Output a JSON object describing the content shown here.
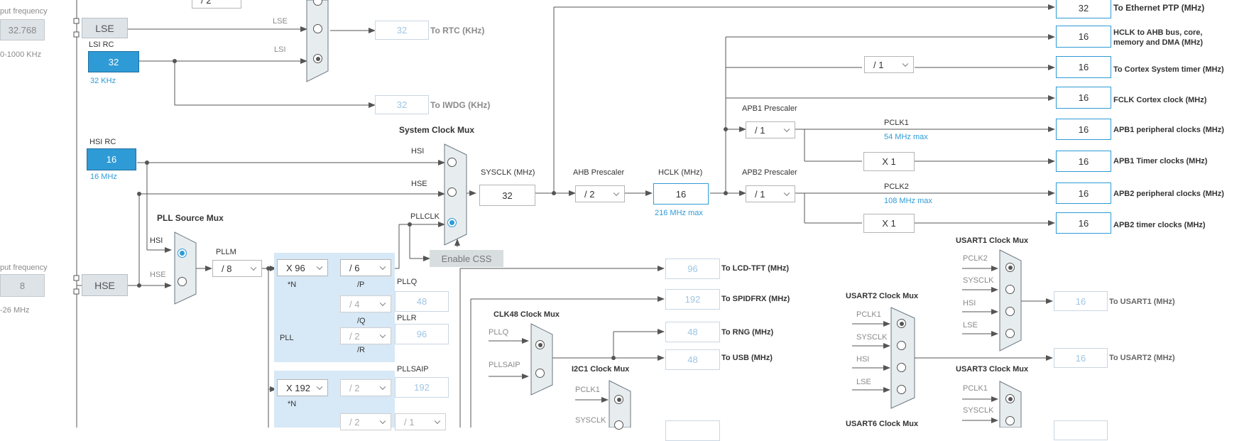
{
  "inputs": {
    "lse": {
      "section_label": "put frequency",
      "value": "32.768",
      "range": "0-1000 KHz",
      "source_label": "LSE"
    },
    "hse": {
      "section_label": "put frequency",
      "value": "8",
      "range": "-26 MHz",
      "source_label": "HSE"
    },
    "lsi_rc": {
      "title": "LSI RC",
      "value": "32",
      "freq": "32 KHz"
    },
    "hsi_rc": {
      "title": "HSI RC",
      "value": "16",
      "freq": "16 MHz"
    }
  },
  "top_partial_select": "/ 2",
  "rtc": {
    "value": "32",
    "label": "To RTC (KHz)",
    "lse_label": "LSE",
    "lsi_label": "LSI"
  },
  "iwdg": {
    "value": "32",
    "label": "To IWDG (KHz)"
  },
  "system_clock_mux": {
    "title": "System Clock Mux",
    "hsi": "HSI",
    "hse": "HSE",
    "pllclk": "PLLCLK",
    "enable_css": "Enable CSS"
  },
  "sysclk": {
    "label": "SYSCLK (MHz)",
    "value": "32"
  },
  "ahb": {
    "label": "AHB Prescaler",
    "value": "/ 2"
  },
  "hclk": {
    "label": "HCLK (MHz)",
    "value": "16",
    "max": "216 MHz max"
  },
  "apb1": {
    "label": "APB1 Prescaler",
    "value": "/ 1",
    "pclk": "PCLK1",
    "max": "54 MHz max",
    "timer_mult": "X 1"
  },
  "apb2": {
    "label": "APB2 Prescaler",
    "value": "/ 1",
    "pclk": "PCLK2",
    "max": "108 MHz max",
    "timer_mult": "X 1"
  },
  "cortex_timer_div": "/ 1",
  "outputs": [
    {
      "value": "32",
      "label": "To Ethernet PTP (MHz)"
    },
    {
      "value": "16",
      "label": "HCLK to AHB bus, core,",
      "label2": "memory and DMA (MHz)"
    },
    {
      "value": "16",
      "label": "To Cortex System timer (MHz)"
    },
    {
      "value": "16",
      "label": "FCLK Cortex clock (MHz)"
    },
    {
      "value": "16",
      "label": "APB1 peripheral clocks (MHz)"
    },
    {
      "value": "16",
      "label": "APB1 Timer clocks (MHz)"
    },
    {
      "value": "16",
      "label": "APB2 peripheral clocks (MHz)"
    },
    {
      "value": "16",
      "label": "APB2 timer clocks (MHz)"
    }
  ],
  "pll_source_mux": {
    "title": "PLL Source Mux",
    "hsi": "HSI",
    "hse": "HSE"
  },
  "pllm": {
    "label": "PLLM",
    "value": "/ 8"
  },
  "pll": {
    "n_value": "X 96",
    "n_label": "*N",
    "p_value": "/ 6",
    "p_label": "/P",
    "q_value": "/ 4",
    "q_label": "/Q",
    "r_value": "/ 2",
    "r_label": "/R",
    "pllq_label": "PLLQ",
    "pllq_value": "48",
    "pllr_label": "PLLR",
    "pllr_value": "96",
    "title": "PLL"
  },
  "pllsai": {
    "n_value": "X 192",
    "n_label": "*N",
    "p_value": "/ 2",
    "second_value": "/ 2",
    "div_value": "/ 1",
    "label": "PLLSAIP",
    "value": "192"
  },
  "lcd": {
    "value": "96",
    "label": "To LCD-TFT (MHz)"
  },
  "spdif": {
    "value": "192",
    "label": "To SPIDFRX (MHz)"
  },
  "clk48_mux": {
    "title": "CLK48 Clock Mux",
    "pllq": "PLLQ",
    "pllsaip": "PLLSAIP"
  },
  "rng": {
    "value": "48",
    "label": "To RNG (MHz)"
  },
  "usb": {
    "value": "48",
    "label": "To USB (MHz)"
  },
  "i2c1_mux": {
    "title": "I2C1 Clock Mux",
    "pclk1": "PCLK1",
    "sysclk": "SYSCLK"
  },
  "usart1_mux": {
    "title": "USART1 Clock Mux",
    "inputs": [
      "PCLK2",
      "SYSCLK",
      "HSI",
      "LSE"
    ],
    "value": "16",
    "label": "To USART1 (MHz)"
  },
  "usart2_mux": {
    "title": "USART2 Clock Mux",
    "inputs": [
      "PCLK1",
      "SYSCLK",
      "HSI",
      "LSE"
    ],
    "value": "16",
    "label": "To USART2 (MHz)"
  },
  "usart3_mux": {
    "title": "USART3 Clock Mux",
    "inputs": [
      "PCLK1",
      "SYSCLK"
    ]
  },
  "usart6_mux": {
    "title": "USART6 Clock Mux"
  }
}
